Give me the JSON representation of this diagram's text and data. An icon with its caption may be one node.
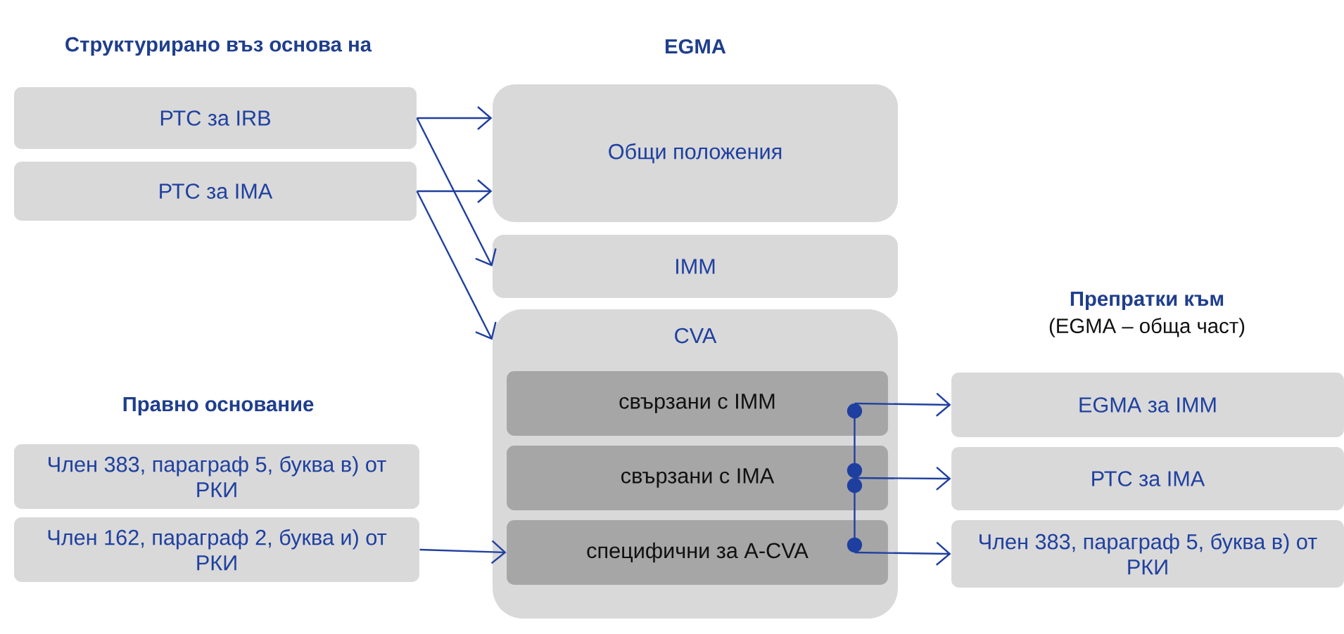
{
  "diagram": {
    "nodes": [
      {
        "text": [
          "РТС за IRB"
        ]
      },
      {
        "text": [
          "РТС за IMA"
        ]
      },
      {
        "text": [
          "Общи положения"
        ]
      },
      {
        "text": [
          "IMM"
        ]
      },
      {
        "text": [
          "CVA"
        ]
      },
      {
        "text": [
          "свързани с IMM"
        ],
        "in": 4
      },
      {
        "text": [
          "свързани с IMA"
        ],
        "in": 4
      },
      {
        "text": [
          "специфични за A-CVA"
        ],
        "in": 4
      },
      {
        "text": [
          "Член 383, параграф 5, буква в) от РКИ"
        ]
      },
      {
        "text": [
          "Член 162, параграф 2, буква и) от РКИ"
        ]
      },
      {
        "text": [
          "EGMA за IMM"
        ]
      },
      {
        "text": [
          "РТС за IMA"
        ]
      },
      {
        "text": [
          "Член 383, параграф 5, буква в) от РКИ"
        ]
      }
    ],
    "edges": [
      {
        "from": 0,
        "to": 2,
        "arrow": "to"
      },
      {
        "from": 0,
        "to": 3,
        "arrow": "to"
      },
      {
        "from": 1,
        "to": 2,
        "arrow": "to"
      },
      {
        "from": 1,
        "to": 4,
        "arrow": "to"
      },
      {
        "from": 9,
        "to": 7,
        "arrow": "to"
      },
      {
        "from": 5,
        "to": 10,
        "arrow": "to"
      },
      {
        "from": 6,
        "to": 11,
        "arrow": "to"
      },
      {
        "from": 7,
        "to": 12,
        "arrow": "to"
      },
      {
        "from": 7,
        "to": 6,
        "arrow": "other"
      },
      {
        "from": 6,
        "to": 5,
        "arrow": "other"
      }
    ],
    "labels": [
      "Структурирано въз основа на",
      "EGMA",
      "Препратки към",
      "(EGMA – обща част)",
      "Правно основание"
    ]
  }
}
